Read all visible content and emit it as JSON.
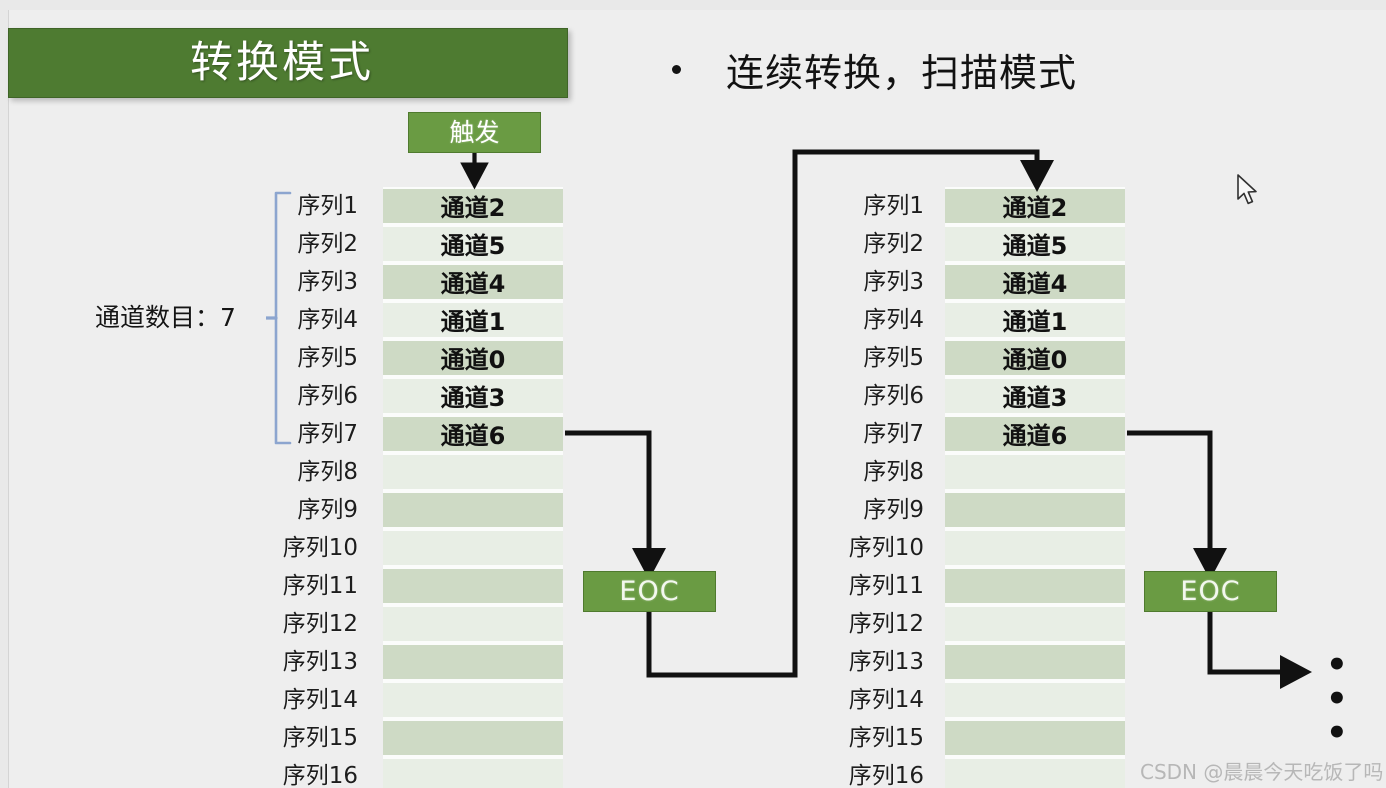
{
  "slide": {
    "title": "转换模式",
    "bullet": "连续转换，扫描模式",
    "channel_count_label": "通道数目：7",
    "ellipsis": "• • •",
    "watermark": "CSDN @晨晨今天吃饭了吗"
  },
  "colors": {
    "title_green": "#4e7b31",
    "box_green": "#6a9b43",
    "row_shade_dark": "#cedac5",
    "row_shade_light": "#e8eee5",
    "bracket_blue": "#8ca5cf",
    "background": "#eeeeee",
    "wire_black": "#111111"
  },
  "trigger": {
    "label": "触发"
  },
  "eoc": {
    "left_label": "EOC",
    "right_label": "EOC"
  },
  "sequence_labels": [
    "序列1",
    "序列2",
    "序列3",
    "序列4",
    "序列5",
    "序列6",
    "序列7",
    "序列8",
    "序列9",
    "序列10",
    "序列11",
    "序列12",
    "序列13",
    "序列14",
    "序列15",
    "序列16"
  ],
  "channels": [
    "通道2",
    "通道5",
    "通道4",
    "通道1",
    "通道0",
    "通道3",
    "通道6",
    "",
    "",
    "",
    "",
    "",
    "",
    "",
    "",
    ""
  ],
  "tables": [
    {
      "name": "left-conversion-table"
    },
    {
      "name": "right-conversion-table"
    }
  ],
  "icons": {
    "cursor": "mouse-pointer-icon",
    "bullet": "bullet-dot-icon"
  }
}
